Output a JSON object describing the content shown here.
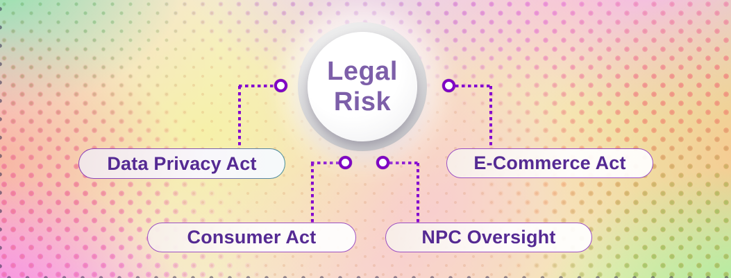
{
  "diagram": {
    "center": {
      "line1": "Legal",
      "line2": "Risk"
    },
    "nodes": [
      {
        "id": "data-privacy",
        "label": "Data Privacy Act"
      },
      {
        "id": "e-commerce",
        "label": "E-Commerce Act"
      },
      {
        "id": "consumer",
        "label": "Consumer Act"
      },
      {
        "id": "npc",
        "label": "NPC Oversight"
      }
    ],
    "colors": {
      "center_text": "#7d5fa9",
      "label_text": "#552a93",
      "connector": "#8405cf",
      "node_ring": "#7f04c4",
      "pill_border": "#9b4ec2",
      "pill_border_alt_end": "#49909b"
    }
  }
}
